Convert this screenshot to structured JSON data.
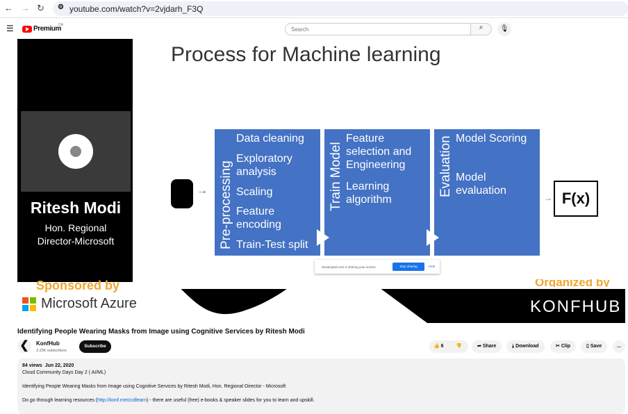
{
  "browser": {
    "url": "youtube.com/watch?v=2vjdarh_F3Q"
  },
  "header": {
    "logo": "Premium",
    "country": "CA",
    "search_placeholder": "Search"
  },
  "video": {
    "slide_title": "Process for Machine learning",
    "speaker_name": "Ritesh Modi",
    "speaker_title": "Hon. Regional Director-Microsoft",
    "stage1": {
      "label": "Pre-processing",
      "items": [
        "Data cleaning",
        "Exploratory analysis",
        "Scaling",
        "Feature encoding",
        "Train-Test split"
      ]
    },
    "stage2": {
      "label": "Train Model",
      "items": [
        "Feature selection and Engineering",
        "Learning algorithm"
      ]
    },
    "stage3": {
      "label": "Evaluation",
      "items": [
        "Model Scoring",
        "Model evaluation"
      ]
    },
    "output": "F(x)",
    "share_notice": "streamyard.com is sharing your screen.",
    "stop_sharing": "Stop sharing",
    "hide": "Hide",
    "sponsored_by": "Sponsored by",
    "sponsor": "Microsoft Azure",
    "organized_by": "Organized by",
    "organizer": "KONFHUB"
  },
  "title": "Identifying People Wearing Masks from Image using Cognitive Services by Ritesh Modi",
  "channel": {
    "name": "KonfHub",
    "subscribers": "3.23K subscribers",
    "subscribe": "Subscribe"
  },
  "actions": {
    "likes": "6",
    "share": "Share",
    "download": "Download",
    "clip": "Clip",
    "save": "Save",
    "more": "..."
  },
  "description": {
    "views": "84 views",
    "date": "Jun 22, 2020",
    "line1": "Cloud Community Days Day 2 ( AI/ML)",
    "line2": "Identifying People Wearing Masks from Image using Cognitive Services by Ritesh Modi, Hon. Regional Director - Microsoft",
    "line3_pre": "Do go through learning resources (",
    "link": "http://konf.me/ccdlearn",
    "line3_post": ") - there are useful (free) e-books & speaker slides for you to learn and upskill."
  }
}
